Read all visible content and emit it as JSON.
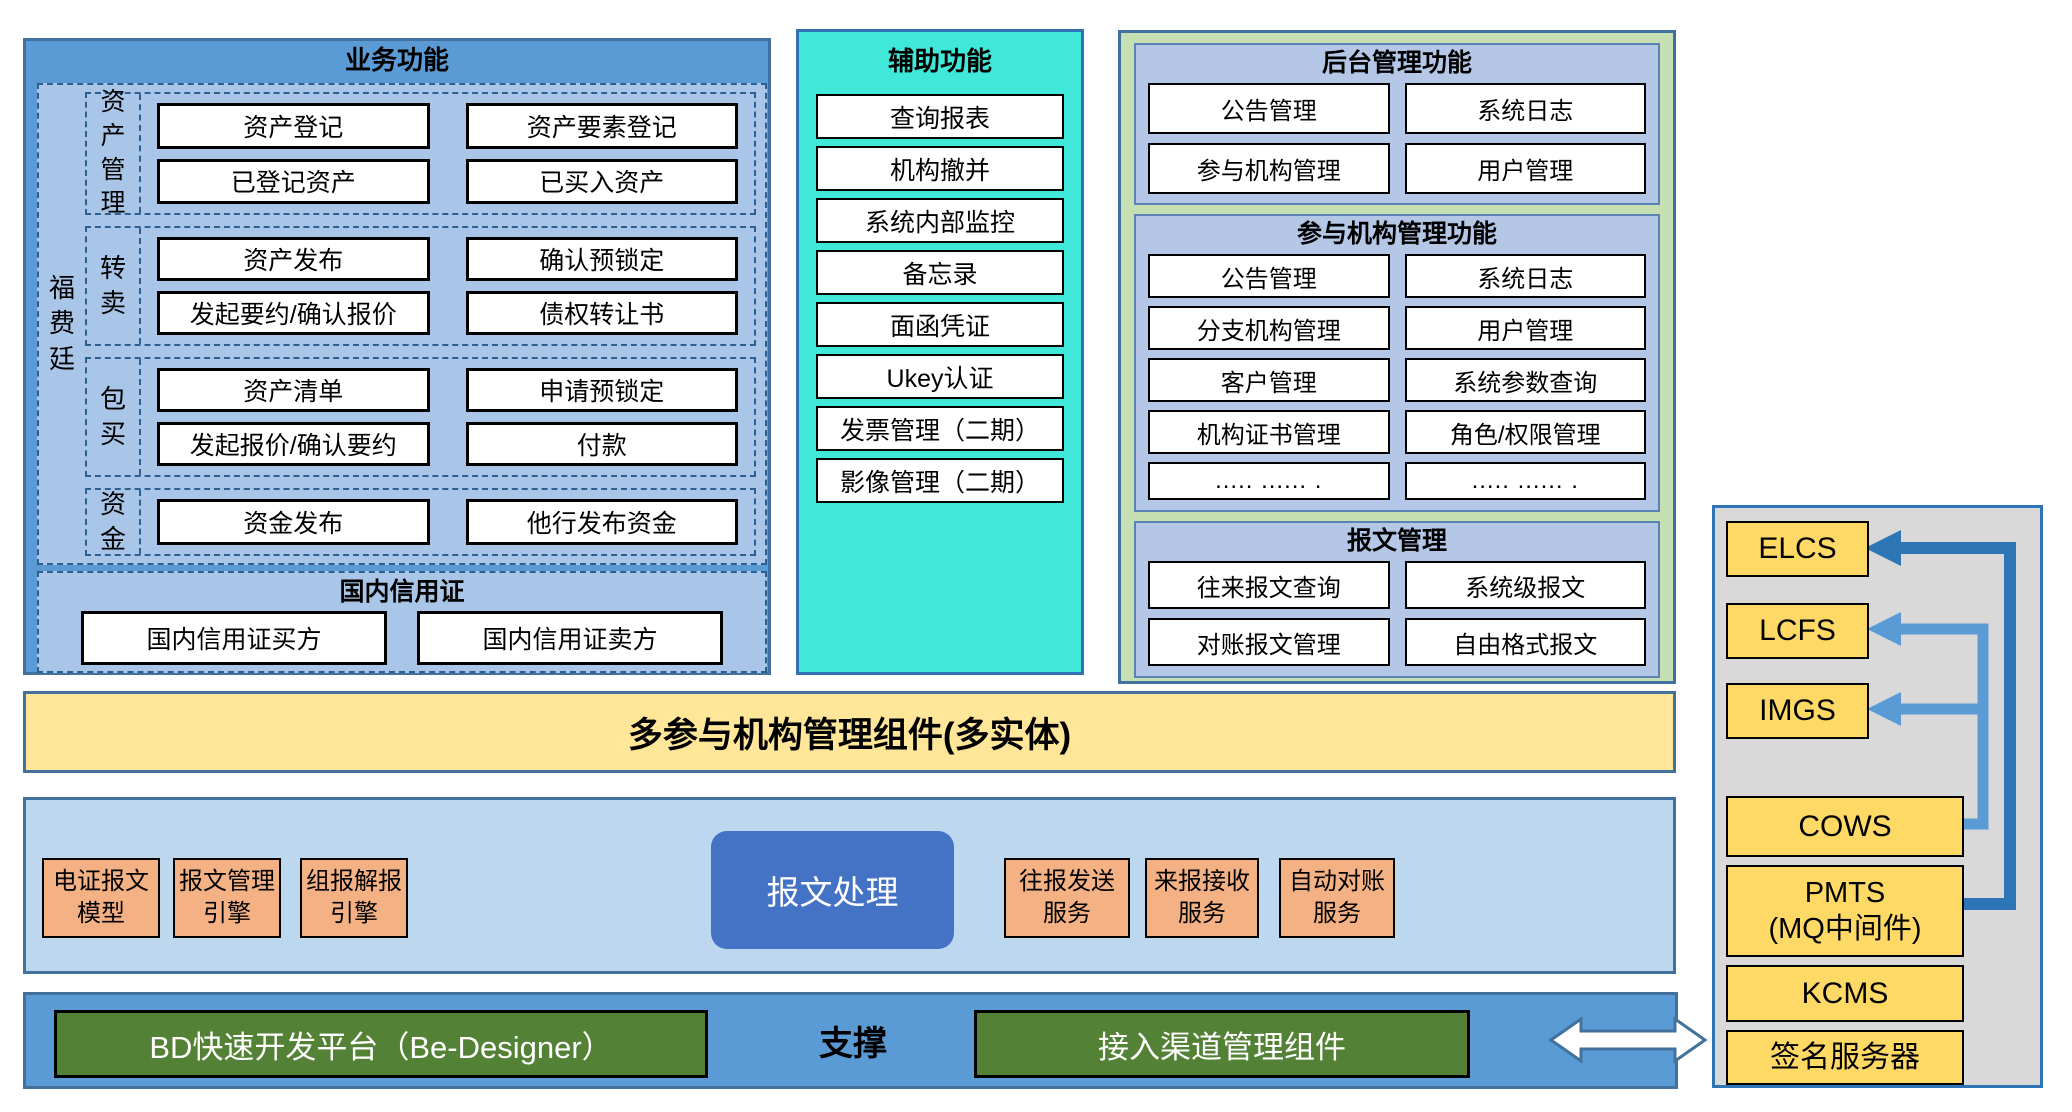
{
  "business": {
    "title": "业务功能",
    "side_label": "福费廷",
    "sections": [
      {
        "label": "资产管理",
        "items": [
          "资产登记",
          "资产要素登记",
          "已登记资产",
          "已买入资产"
        ]
      },
      {
        "label": "转卖",
        "items": [
          "资产发布",
          "确认预锁定",
          "发起要约/确认报价",
          "债权转让书"
        ]
      },
      {
        "label": "包买",
        "items": [
          "资产清单",
          "申请预锁定",
          "发起报价/确认要约",
          "付款"
        ]
      },
      {
        "label": "资金",
        "items": [
          "资金发布",
          "他行发布资金"
        ]
      }
    ],
    "credit": {
      "title": "国内信用证",
      "items": [
        "国内信用证买方",
        "国内信用证卖方"
      ]
    }
  },
  "aux": {
    "title": "辅助功能",
    "items": [
      "查询报表",
      "机构撤并",
      "系统内部监控",
      "备忘录",
      "面函凭证",
      "Ukey认证",
      "发票管理（二期）",
      "影像管理（二期）"
    ]
  },
  "admin": {
    "panels": [
      {
        "title": "后台管理功能",
        "items": [
          "公告管理",
          "系统日志",
          "参与机构管理",
          "用户管理"
        ]
      },
      {
        "title": "参与机构管理功能",
        "items": [
          "公告管理",
          "系统日志",
          "分支机构管理",
          "用户管理",
          "客户管理",
          "系统参数查询",
          "机构证书管理",
          "角色/权限管理",
          "..... ...... .",
          "..... ...... ."
        ]
      },
      {
        "title": "报文管理",
        "items": [
          "往来报文查询",
          "系统级报文",
          "对账报文管理",
          "自由格式报文"
        ]
      }
    ]
  },
  "multi_entity_bar": {
    "label": "多参与机构管理组件(多实体)"
  },
  "message_band": {
    "left_boxes": [
      "电证报文\n模型",
      "报文管理\n引擎",
      "组报解报\n引擎"
    ],
    "center_box": "报文处理",
    "right_boxes": [
      "往报发送\n服务",
      "来报接收\n服务",
      "自动对账\n服务"
    ]
  },
  "support_band": {
    "left_box": "BD快速开发平台（Be-Designer）",
    "label": "支撑",
    "right_box": "接入渠道管理组件"
  },
  "external": {
    "systems": [
      "ELCS",
      "LCFS",
      "IMGS",
      "COWS",
      "PMTS\n(MQ中间件)",
      "KCMS",
      "签名服务器"
    ]
  },
  "colors": {
    "business_fill": "#5b9bd5",
    "inner_panel_fill": "#a9c6e8",
    "aux_fill": "#3fe8d8",
    "admin_outer_fill": "#c6e0b4",
    "admin_panel_fill": "#b4c7e7",
    "yellow_band_fill": "#ffe699",
    "message_band_fill": "#bdd7ee",
    "orange_box_fill": "#f4b183",
    "process_box_fill": "#4472c4",
    "support_band_fill": "#5b9bd5",
    "green_box_fill": "#538135",
    "external_panel_fill": "#d9d9d9",
    "system_box_fill": "#ffd966",
    "arrow_dark": "#2e75b6",
    "arrow_light": "#5b9bd5"
  }
}
